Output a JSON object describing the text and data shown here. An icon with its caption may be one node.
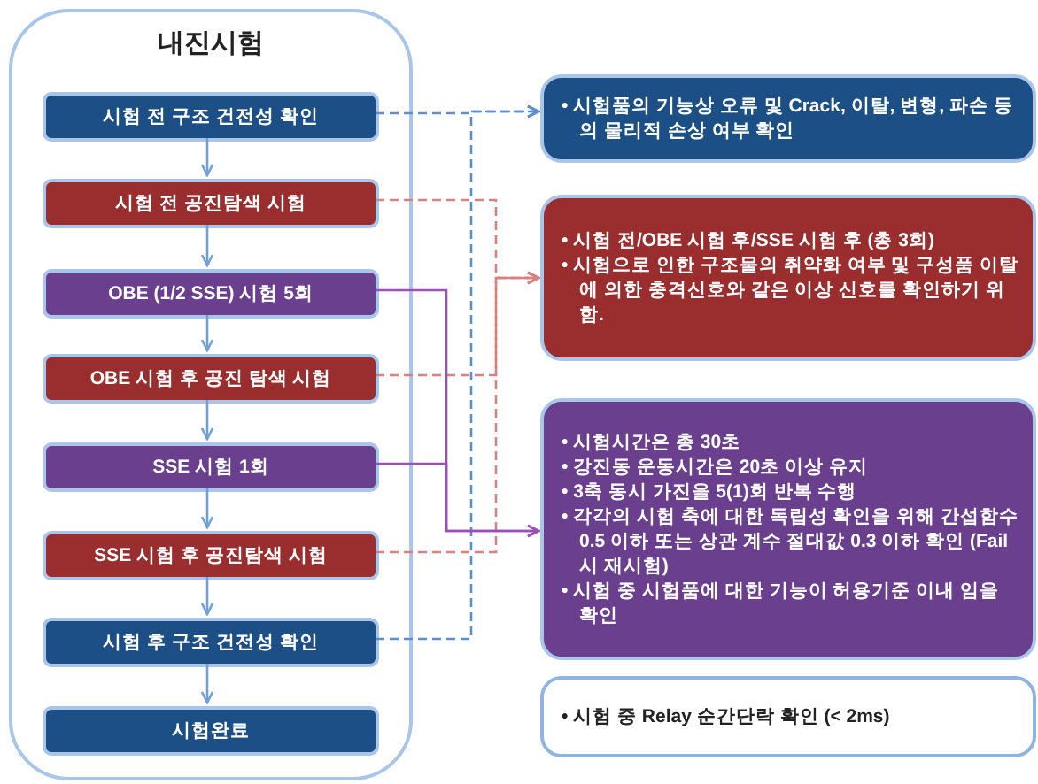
{
  "diagram": {
    "nodes": [
      {
        "text": [
          "내진시험"
        ]
      },
      {
        "text": [
          "시험 전 구조 건전성 확인"
        ],
        "in": 0
      },
      {
        "text": [
          "시험 전 공진탐색 시험"
        ],
        "in": 0
      },
      {
        "text": [
          "OBE (1/2 SSE) 시험 5회"
        ],
        "in": 0
      },
      {
        "text": [
          "OBE 시험 후 공진 탐색 시험"
        ],
        "in": 0
      },
      {
        "text": [
          "SSE 시험 1회"
        ],
        "in": 0
      },
      {
        "text": [
          "SSE 시험 후 공진탐색 시험"
        ],
        "in": 0
      },
      {
        "text": [
          "시험 후 구조 건전성 확인"
        ],
        "in": 0
      },
      {
        "text": [
          "시험완료"
        ],
        "in": 0
      },
      {
        "text": [
          "• 시험품의 기능상 오류 및 Crack, 이탈, 변형, 파손 등의 물리적 손상 여부 확인"
        ]
      },
      {
        "text": [
          "• 시험 전/OBE 시험 후/SSE 시험 후 (총 3회)",
          "• 시험으로 인한 구조물의 취약화 여부 및 구성품 이탈에 의한 충격신호와 같은 이상 신호를 확인하기 위함."
        ]
      },
      {
        "text": [
          "• 시험시간은 총 30초",
          "• 강진동 운동시간은 20초 이상 유지",
          "• 3축 동시 가진을 5(1)회 반복 수행",
          "• 각각의 시험 축에 대한 독립성 확인을 위해 간섭함수 0.5 이하 또는 상관 계수 절대값 0.3 이하 확인 (Fail 시 재시험)",
          "• 시험 중 시험품에 대한 기능이 허용기준 이내 임을 확인"
        ]
      },
      {
        "text": [
          "• 시험 중 Relay 순간단락 확인 (< 2ms)"
        ]
      }
    ],
    "edges": [
      {
        "from": 1,
        "to": 2,
        "arrow": "to"
      },
      {
        "from": 2,
        "to": 3,
        "arrow": "to"
      },
      {
        "from": 3,
        "to": 4,
        "arrow": "to"
      },
      {
        "from": 4,
        "to": 5,
        "arrow": "to"
      },
      {
        "from": 5,
        "to": 6,
        "arrow": "to"
      },
      {
        "from": 6,
        "to": 7,
        "arrow": "to"
      },
      {
        "from": 7,
        "to": 8,
        "arrow": "to"
      },
      {
        "from": 1,
        "to": 9,
        "arrow": "to",
        "style": "dashed",
        "color": "#5b8fd0"
      },
      {
        "from": 7,
        "to": 9,
        "arrow": "to",
        "style": "dashed",
        "color": "#5b8fd0"
      },
      {
        "from": 2,
        "to": 10,
        "arrow": "to",
        "style": "dashed",
        "color": "#d98080"
      },
      {
        "from": 4,
        "to": 10,
        "arrow": "to",
        "style": "dashed",
        "color": "#d98080"
      },
      {
        "from": 6,
        "to": 10,
        "arrow": "to",
        "style": "dashed",
        "color": "#d98080"
      },
      {
        "from": 3,
        "to": 11,
        "arrow": "to",
        "color": "#9b4fb8"
      },
      {
        "from": 5,
        "to": 11,
        "arrow": "to",
        "color": "#9b4fb8"
      }
    ]
  }
}
